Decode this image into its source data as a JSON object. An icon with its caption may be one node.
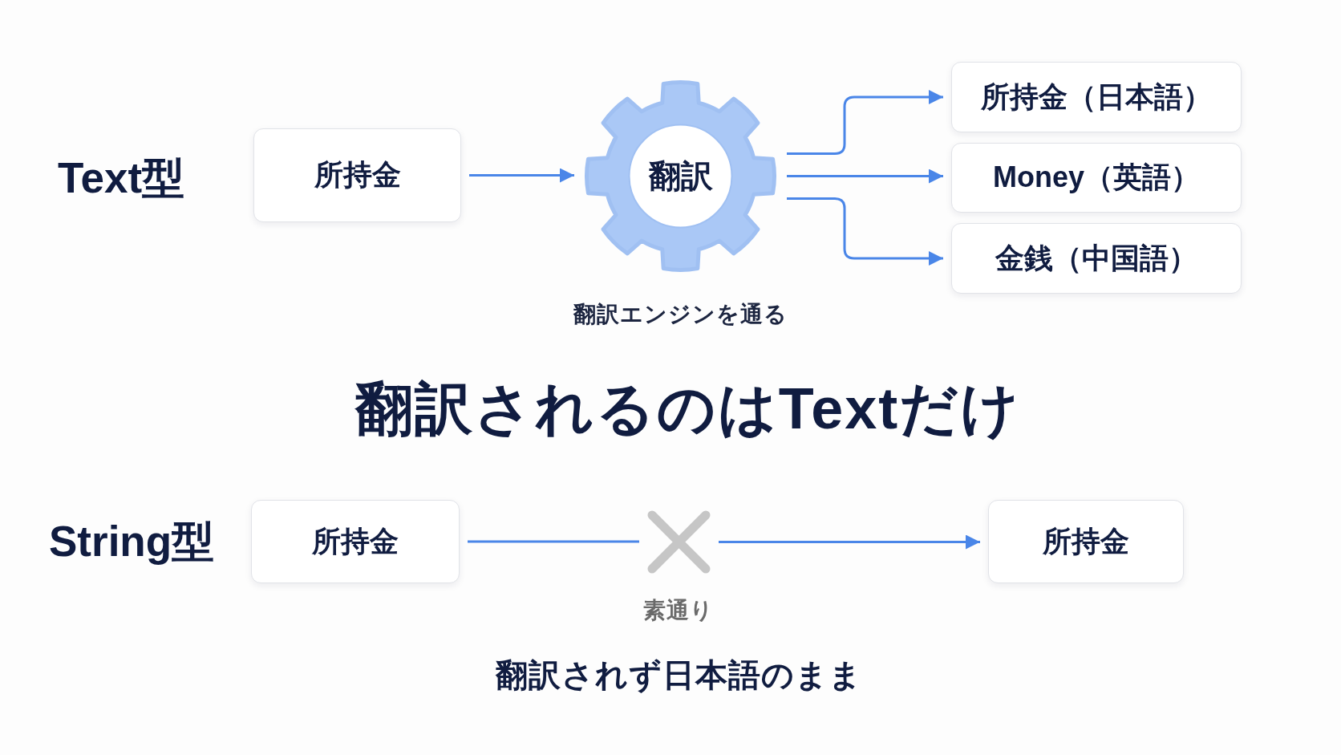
{
  "diagram": {
    "nodes": [
      {
        "text": [
          "所持金"
        ]
      },
      {
        "text": [
          "翻訳"
        ],
        "beside": [
          "翻訳エンジンを通る"
        ]
      },
      {
        "text": [
          "所持金（日本語）"
        ]
      },
      {
        "text": [
          "Money（英語）"
        ]
      },
      {
        "text": [
          "金銭（中国語）"
        ]
      },
      {
        "text": [
          "所持金"
        ]
      },
      {
        "text": [],
        "shape": "cross",
        "beside": [
          "素通り"
        ]
      },
      {
        "text": [
          "所持金"
        ]
      }
    ],
    "edges": [
      {
        "from": 0,
        "to": 1,
        "arrow": "to"
      },
      {
        "from": 1,
        "to": 2,
        "arrow": "to"
      },
      {
        "from": 1,
        "to": 3,
        "arrow": "to"
      },
      {
        "from": 1,
        "to": 4,
        "arrow": "to"
      },
      {
        "from": 5,
        "to": 6,
        "arrow": "none"
      },
      {
        "from": 6,
        "to": 7,
        "arrow": "to"
      }
    ],
    "labels": [
      "Text型",
      "翻訳されるのはTextだけ",
      "String型",
      "翻訳されず日本語のまま"
    ]
  }
}
